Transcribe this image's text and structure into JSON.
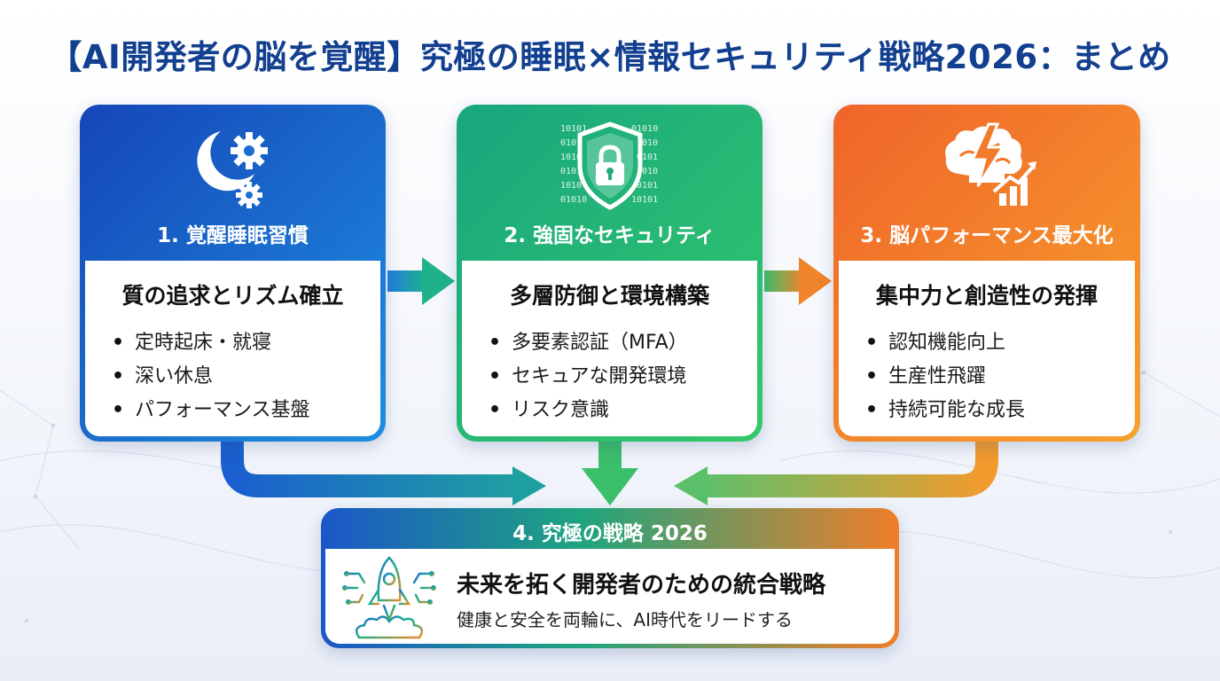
{
  "title": "【AI開発者の脳を覚醒】究極の睡眠×情報セキュリティ戦略2026：まとめ",
  "cards": [
    {
      "step": "1. 覚醒睡眠習慣",
      "icon": "moon-gears-icon",
      "heading": "質の追求とリズム確立",
      "bullets": [
        "定時起床・就寝",
        "深い休息",
        "パフォーマンス基盤"
      ],
      "color_start": "#1546b8",
      "color_end": "#1e8fe0"
    },
    {
      "step": "2. 強固なセキュリティ",
      "icon": "shield-lock-binary-icon",
      "heading": "多層防御と環境構築",
      "bullets": [
        "多要素認証（MFA）",
        "セキュアな開発環境",
        "リスク意識"
      ],
      "color_start": "#17a67f",
      "color_end": "#35c86a"
    },
    {
      "step": "3. 脳パフォーマンス最大化",
      "icon": "brain-lightning-growth-icon",
      "heading": "集中力と創造性の発揮",
      "bullets": [
        "認知機能向上",
        "生産性飛躍",
        "持続可能な成長"
      ],
      "color_start": "#f0642a",
      "color_end": "#f7a12c"
    }
  ],
  "final": {
    "step": "4. 究極の戦略 2026",
    "icon": "rocket-launch-icon",
    "heading": "未来を拓く開発者のための統合戦略",
    "subtitle": "健康と安全を両輪に、AI時代をリードする"
  }
}
